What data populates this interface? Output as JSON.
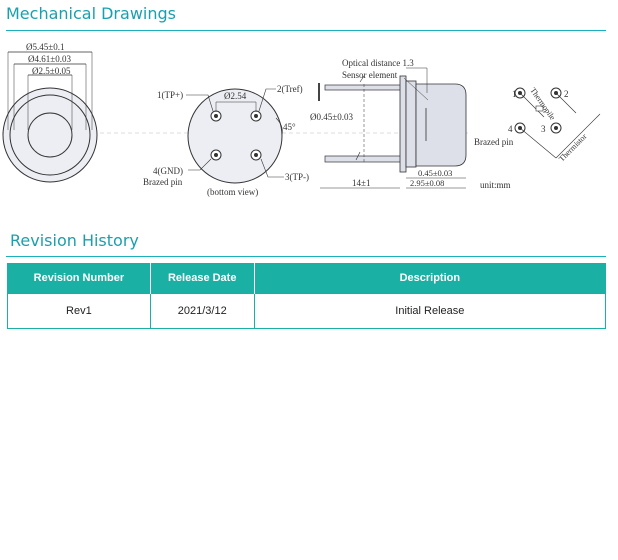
{
  "mechanical": {
    "title": "Mechanical Drawings",
    "front": {
      "d1": "Ø5.45±0.1",
      "d2": "Ø4.61±0.03",
      "d3": "Ø2.5±0.05"
    },
    "bottom": {
      "pitch": "Ø2.54",
      "pin1": "1(TP+)",
      "pin2": "2(Tref)",
      "pin3": "3(TP-)",
      "pin4": "4(GND)",
      "brazed": "Brazed pin",
      "angle": "45°",
      "caption": "(bottom view)"
    },
    "side": {
      "optical": "Optical distance 1.3",
      "sensor": "Sensor element",
      "lead_dia": "Ø0.45±0.03",
      "length": "14±1",
      "t1": "0.45±0.03",
      "t2": "2.95±0.08",
      "unit": "unit:mm"
    },
    "schematic": {
      "p1": "1",
      "p2": "2",
      "p3": "3",
      "p4": "4",
      "thermopile": "Thermopile",
      "thermistor": "Thermistor",
      "brazed": "Brazed pin"
    }
  },
  "revision": {
    "title": "Revision History",
    "columns": [
      "Revision Number",
      "Release Date",
      "Description"
    ],
    "rows": [
      [
        "Rev1",
        "2021/3/12",
        "Initial Release"
      ]
    ]
  },
  "colors": {
    "accent": "#1ab0a4",
    "title": "#1a9fae"
  }
}
